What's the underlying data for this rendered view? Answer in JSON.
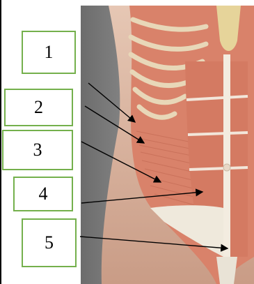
{
  "labels": [
    {
      "id": "1",
      "text": "1"
    },
    {
      "id": "2",
      "text": "2"
    },
    {
      "id": "3",
      "text": "3"
    },
    {
      "id": "4",
      "text": "4"
    },
    {
      "id": "5",
      "text": "5"
    }
  ],
  "colors": {
    "box_border": "#74b04c",
    "muscle": "#d9826a",
    "muscle_dark": "#c06650",
    "rib": "#e8d7b8",
    "fascia": "#efe9dc",
    "skin": "#d8b39e",
    "background_gray": "#7a7a7a"
  }
}
